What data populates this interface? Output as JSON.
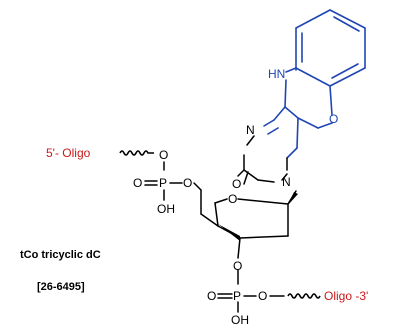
{
  "labels": {
    "five_prime": "5'- Oligo",
    "three_prime": "Oligo -3'",
    "name": "tCo tricyclic dC",
    "catalog": "[26-6495]"
  },
  "atoms": {
    "hn": "HN",
    "o_ring": "O",
    "n_imine": "N",
    "n_ring": "N",
    "o_carbonyl": "O",
    "o_sugar": "O",
    "o_5p_top": "O",
    "o_5p_link": "O",
    "p_top": "P",
    "o_top_double": "O",
    "oh_top": "OH",
    "o_3p": "O",
    "p_bottom": "P",
    "o_bottom_double": "O",
    "o_bottom_right": "O",
    "oh_bottom": "OH"
  },
  "colors": {
    "heterocycle": "#1f46b4",
    "oligo": "#c8191b",
    "default": "#000000"
  }
}
